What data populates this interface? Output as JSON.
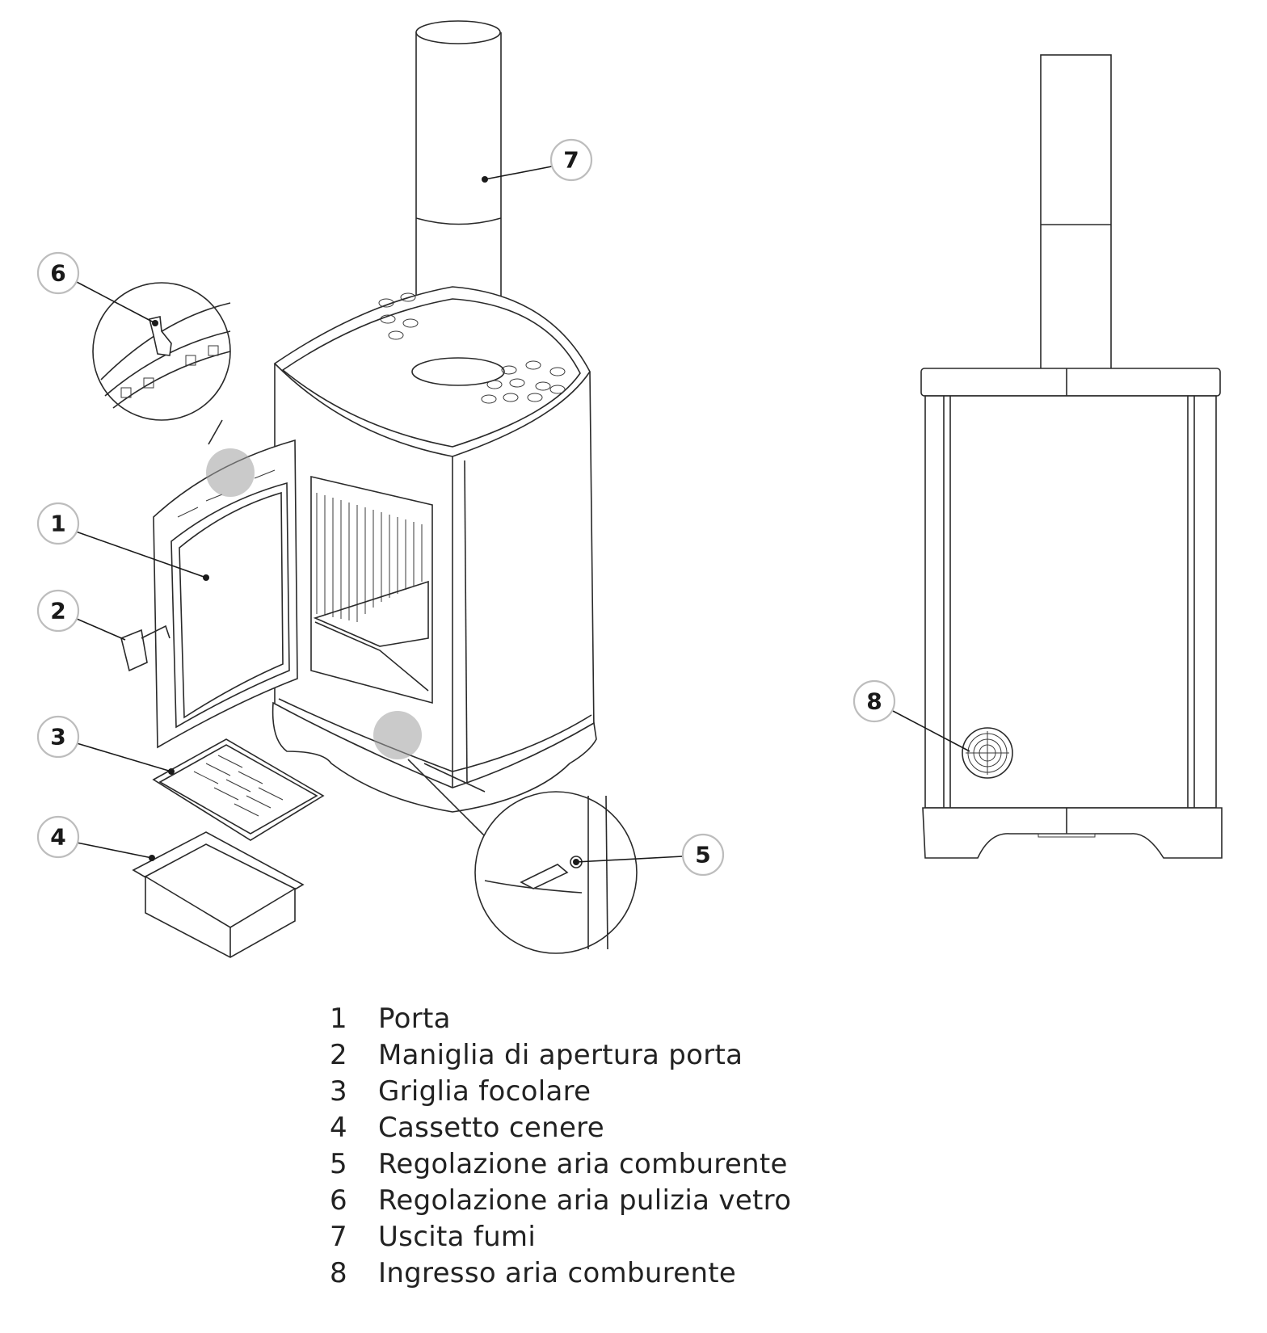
{
  "callouts": [
    {
      "number": "1",
      "label": "Porta"
    },
    {
      "number": "2",
      "label": "Maniglia di apertura porta"
    },
    {
      "number": "3",
      "label": "Griglia focolare"
    },
    {
      "number": "4",
      "label": "Cassetto cenere"
    },
    {
      "number": "5",
      "label": "Regolazione aria comburente"
    },
    {
      "number": "6",
      "label": "Regolazione aria pulizia vetro"
    },
    {
      "number": "7",
      "label": "Uscita fumi"
    },
    {
      "number": "8",
      "label": "Ingresso aria comburente"
    }
  ]
}
